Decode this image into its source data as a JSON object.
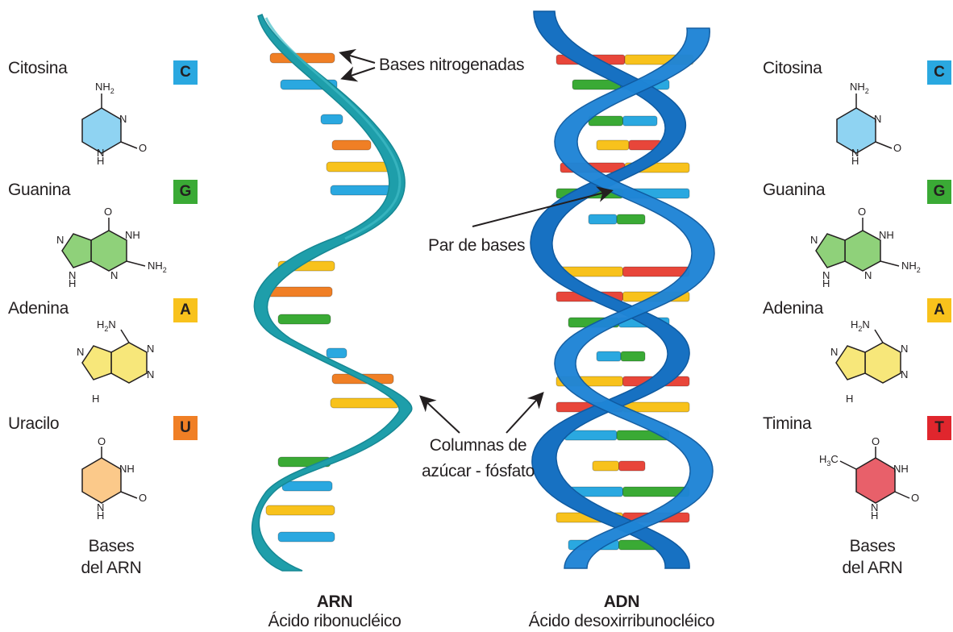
{
  "colors": {
    "cytosine": "#2aa8e0",
    "guanine": "#3aaa35",
    "adenine": "#f8c21c",
    "uracil": "#f07f25",
    "thymine": "#e0262d",
    "rna_backbone": "#1e9eaa",
    "dna_backbone": "#1771c2",
    "red_rung": "#e8463a"
  },
  "left_panel": {
    "bases": [
      {
        "name": "Citosina",
        "letter": "C"
      },
      {
        "name": "Guanina",
        "letter": "G"
      },
      {
        "name": "Adenina",
        "letter": "A"
      },
      {
        "name": "Uracilo",
        "letter": "U"
      }
    ],
    "caption_line1": "Bases",
    "caption_line2": "del ARN"
  },
  "right_panel": {
    "bases": [
      {
        "name": "Citosina",
        "letter": "C"
      },
      {
        "name": "Guanina",
        "letter": "G"
      },
      {
        "name": "Adenina",
        "letter": "A"
      },
      {
        "name": "Timina",
        "letter": "T"
      }
    ],
    "caption_line1": "Bases",
    "caption_line2": "del ARN"
  },
  "annotations": {
    "nitrogenous_bases": "Bases nitrogenadas",
    "base_pair": "Par de bases",
    "backbone_line1": "Columnas de",
    "backbone_line2": "azúcar - fósfato"
  },
  "rna": {
    "title": "ARN",
    "subtitle": "Ácido ribonucléico"
  },
  "dna": {
    "title": "ADN",
    "subtitle": "Ácido desoxirribunocléico"
  },
  "molecule_atoms": {
    "cytosine": {
      "amine": "NH",
      "sub2": "2",
      "n1": "N",
      "n2": "N",
      "h": "H",
      "o": "O"
    },
    "guanine": {
      "o": "O",
      "n1": "N",
      "nh": "NH",
      "n2": "N",
      "n3": "N",
      "nh2": "NH",
      "sub2": "2",
      "h": "H"
    },
    "adenine": {
      "h2n": "H",
      "sub2": "2",
      "n_top": "N",
      "n1": "N",
      "n2": "N",
      "n3": "N",
      "h": "H"
    },
    "uracil": {
      "o1": "O",
      "nh": "NH",
      "n": "N",
      "h": "H",
      "o2": "O"
    },
    "thymine": {
      "h3c": "H",
      "sub3": "3",
      "c": "C",
      "o1": "O",
      "nh": "NH",
      "n": "N",
      "h": "H",
      "o2": "O"
    }
  }
}
